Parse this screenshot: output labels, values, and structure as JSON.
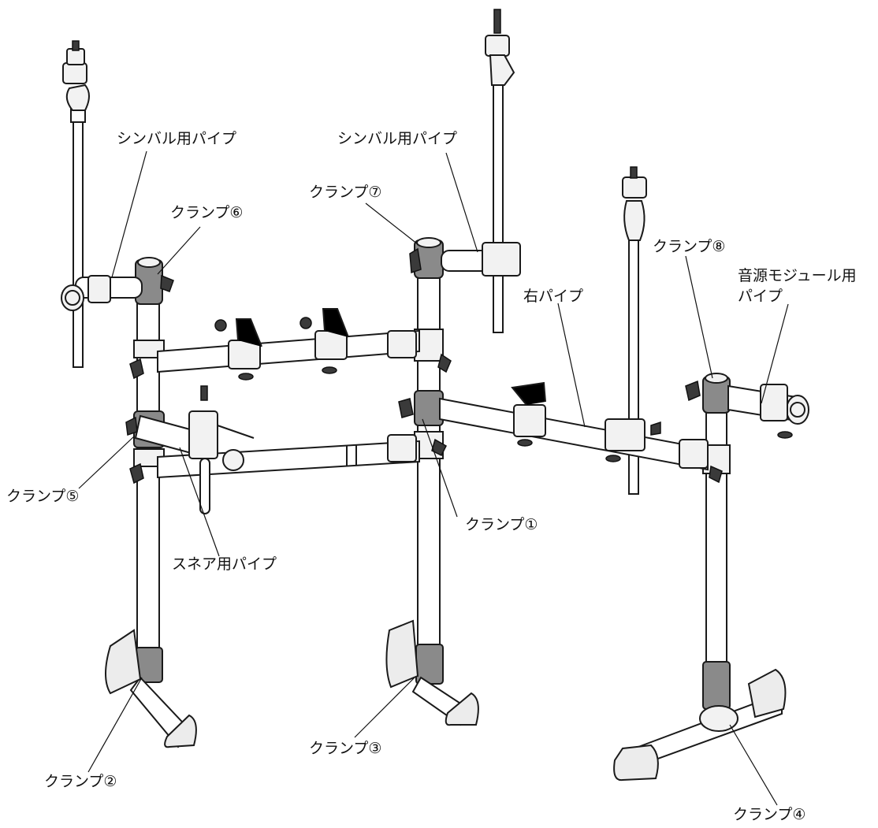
{
  "labels": {
    "cymbal_pipe_left": "シンバル用パイプ",
    "cymbal_pipe_center": "シンバル用パイプ",
    "clamp_1": "クランプ①",
    "clamp_2": "クランプ②",
    "clamp_3": "クランプ③",
    "clamp_4": "クランプ④",
    "clamp_5": "クランプ⑤",
    "clamp_6": "クランプ⑥",
    "clamp_7": "クランプ⑦",
    "clamp_8": "クランプ⑧",
    "right_pipe": "右パイプ",
    "module_pipe_line1": "音源モジュール用",
    "module_pipe_line2": "パイプ",
    "snare_pipe": "スネア用パイプ"
  }
}
